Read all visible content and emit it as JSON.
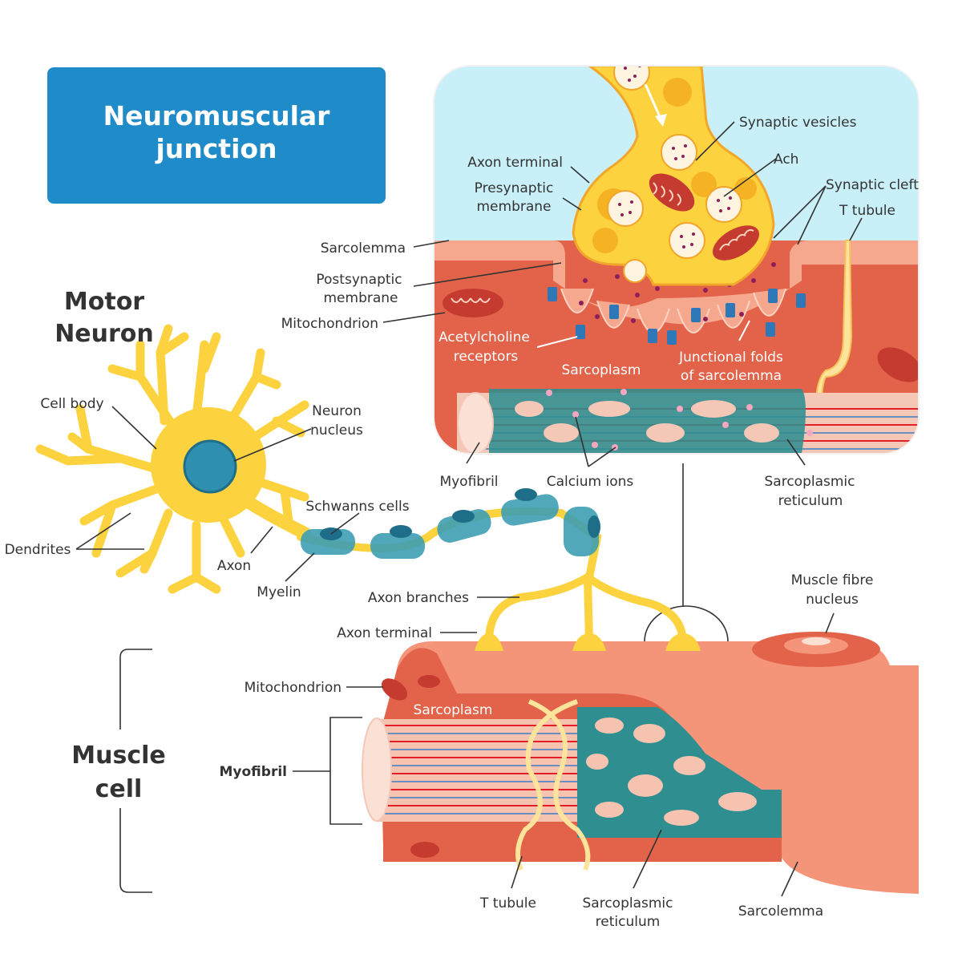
{
  "title": "Neuromuscular\njunction",
  "headings": {
    "motor_neuron_1": "Motor",
    "motor_neuron_2": "Neuron",
    "muscle_cell_1": "Muscle",
    "muscle_cell_2": "cell"
  },
  "labels": {
    "synaptic_vesicles": "Synaptic vesicles",
    "ach": "Ach",
    "axon_terminal_top": "Axon terminal",
    "presynaptic_1": "Presynaptic",
    "presynaptic_2": "membrane",
    "synaptic_cleft": "Synaptic cleft",
    "t_tubule_top": "T tubule",
    "sarcolemma_top": "Sarcolemma",
    "postsynaptic_1": "Postsynaptic",
    "postsynaptic_2": "membrane",
    "mitochondrion_top": "Mitochondrion",
    "ach_receptors_1": "Acetylcholine",
    "ach_receptors_2": "receptors",
    "sarcoplasm_top": "Sarcoplasm",
    "junctional_folds_1": "Junctional folds",
    "junctional_folds_2": "of sarcolemma",
    "myofibril_top": "Myofibril",
    "calcium_ions": "Calcium ions",
    "sarco_reticulum_top_1": "Sarcoplasmic",
    "sarco_reticulum_top_2": "reticulum",
    "cell_body": "Cell body",
    "neuron_nucleus_1": "Neuron",
    "neuron_nucleus_2": "nucleus",
    "dendrites": "Dendrites",
    "axon": "Axon",
    "schwanns_cells": "Schwanns cells",
    "myelin": "Myelin",
    "axon_branches": "Axon branches",
    "axon_terminal_bottom": "Axon terminal",
    "muscle_fibre_nucleus_1": "Muscle fibre",
    "muscle_fibre_nucleus_2": "nucleus",
    "mitochondrion_bottom": "Mitochondrion",
    "sarcoplasm_bottom": "Sarcoplasm",
    "myofibril_bottom": "Myofibril",
    "t_tubule_bottom": "T tubule",
    "sarco_reticulum_bottom_1": "Sarcoplasmic",
    "sarco_reticulum_bottom_2": "reticulum",
    "sarcolemma_bottom": "Sarcolemma"
  },
  "colors": {
    "title_bg": "#1f8bc8",
    "neuron_yellow": "#fcd23f",
    "myelin_teal": "#3d9fb3",
    "muscle_red": "#e2634a",
    "muscle_pink": "#f4957a",
    "cleft_blue": "#c9f0f8",
    "reticulum_teal": "#2f8e8f"
  }
}
